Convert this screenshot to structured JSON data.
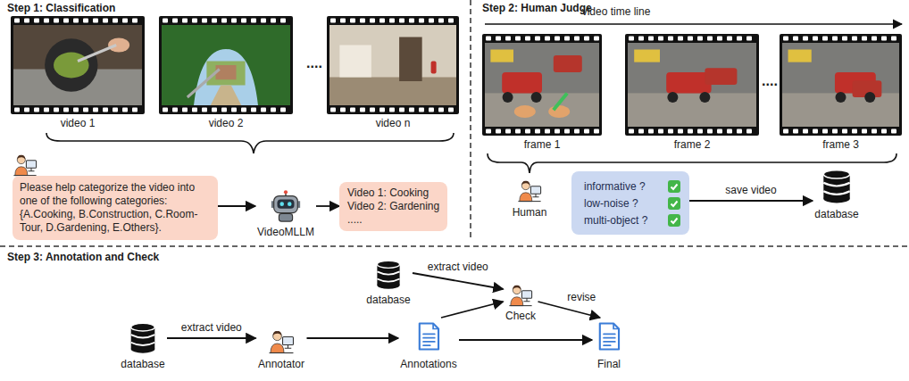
{
  "diagram": {
    "nodes": [
      {
        "text": [
          "video 1"
        ]
      },
      {
        "text": [
          "video 2"
        ]
      },
      {
        "text": [
          "video n"
        ]
      },
      {
        "text": [
          "Please help categorize the video into one of the following categories: {A.Cooking, B.Construction, C.Room-Tour, D.Gardening, E.Others}."
        ]
      },
      {
        "text": [
          "VideoMLLM"
        ]
      },
      {
        "text": [
          "Video 1: Cooking",
          "Video 2: Gardening",
          "....."
        ]
      },
      {
        "text": [
          "frame 1"
        ]
      },
      {
        "text": [
          "frame 2"
        ]
      },
      {
        "text": [
          "frame 3"
        ]
      },
      {
        "text": [
          "Human"
        ]
      },
      {
        "text": [
          "informative ?",
          "low-noise ?",
          "multi-object ?"
        ]
      },
      {
        "text": [
          "database"
        ]
      },
      {
        "text": [
          "database"
        ]
      },
      {
        "text": [
          "Annotator"
        ]
      },
      {
        "text": [
          "Annotations"
        ]
      },
      {
        "text": [
          "database"
        ]
      },
      {
        "text": [
          "Check"
        ]
      },
      {
        "text": [
          "Final"
        ]
      }
    ],
    "edges": [
      {
        "from": 3,
        "to": 4,
        "arrow": "to"
      },
      {
        "from": 4,
        "to": 5,
        "arrow": "to"
      },
      {
        "from": 10,
        "to": 11,
        "label": "save video",
        "arrow": "to"
      },
      {
        "from": 12,
        "to": 13,
        "label": "extract video",
        "arrow": "to"
      },
      {
        "from": 13,
        "to": 14,
        "arrow": "to"
      },
      {
        "from": 14,
        "to": 16,
        "arrow": "to"
      },
      {
        "from": 14,
        "to": 17,
        "arrow": "to"
      },
      {
        "from": 15,
        "to": 16,
        "label": "extract video",
        "arrow": "to"
      },
      {
        "from": 16,
        "to": 17,
        "label": "revise",
        "arrow": "to"
      }
    ],
    "labels": [
      "Step 1: Classification",
      "....",
      "Step 2: Human Judge",
      "video time line",
      "....",
      "Step 3: Annotation and Check"
    ]
  }
}
